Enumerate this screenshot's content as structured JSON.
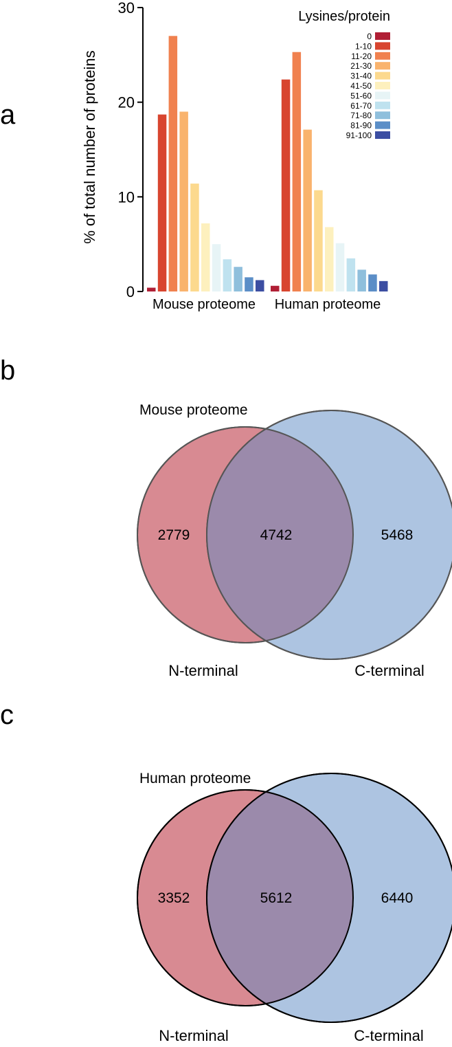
{
  "panels": [
    {
      "letter": "a"
    },
    {
      "letter": "b"
    },
    {
      "letter": "c"
    }
  ],
  "chart_data": {
    "type": "bar",
    "title": "",
    "xlabel": "",
    "ylabel": "% of total number of proteins",
    "ylim": [
      0,
      30
    ],
    "yticks": [
      "0",
      "10",
      "20",
      "30"
    ],
    "categories": [
      "Mouse proteome",
      "Human proteome"
    ],
    "legend": {
      "title": "Lysines/protein",
      "position": "top-right"
    },
    "series": [
      {
        "name": "0",
        "color": "#b01f35",
        "values": [
          0.4,
          0.6
        ]
      },
      {
        "name": "1-10",
        "color": "#d8452f",
        "values": [
          18.7,
          22.4
        ]
      },
      {
        "name": "11-20",
        "color": "#f0814f",
        "values": [
          27.0,
          25.3
        ]
      },
      {
        "name": "21-30",
        "color": "#f9b36d",
        "values": [
          19.0,
          17.1
        ]
      },
      {
        "name": "31-40",
        "color": "#fcd98e",
        "values": [
          11.4,
          10.7
        ]
      },
      {
        "name": "41-50",
        "color": "#fdf0be",
        "values": [
          7.2,
          6.8
        ]
      },
      {
        "name": "51-60",
        "color": "#e7f4f6",
        "values": [
          5.0,
          5.1
        ]
      },
      {
        "name": "61-70",
        "color": "#bfe2ef",
        "values": [
          3.4,
          3.5
        ]
      },
      {
        "name": "71-80",
        "color": "#8fbfdc",
        "values": [
          2.6,
          2.3
        ]
      },
      {
        "name": "81-90",
        "color": "#5b8ec7",
        "values": [
          1.5,
          1.8
        ]
      },
      {
        "name": "91-100",
        "color": "#3c4ea2",
        "values": [
          1.2,
          1.1
        ]
      }
    ]
  },
  "venns": [
    {
      "title": "Mouse proteome",
      "left_label": "N-terminal",
      "right_label": "C-terminal",
      "left_only": "2779",
      "overlap": "4742",
      "right_only": "5468",
      "left_color": "#d88a92",
      "right_color": "#adc4e1",
      "overlap_color": "#9b8aab"
    },
    {
      "title": "Human proteome",
      "left_label": "N-terminal",
      "right_label": "C-terminal",
      "left_only": "3352",
      "overlap": "5612",
      "right_only": "6440",
      "left_color": "#d88a92",
      "right_color": "#adc4e1",
      "overlap_color": "#9b8aab"
    }
  ]
}
